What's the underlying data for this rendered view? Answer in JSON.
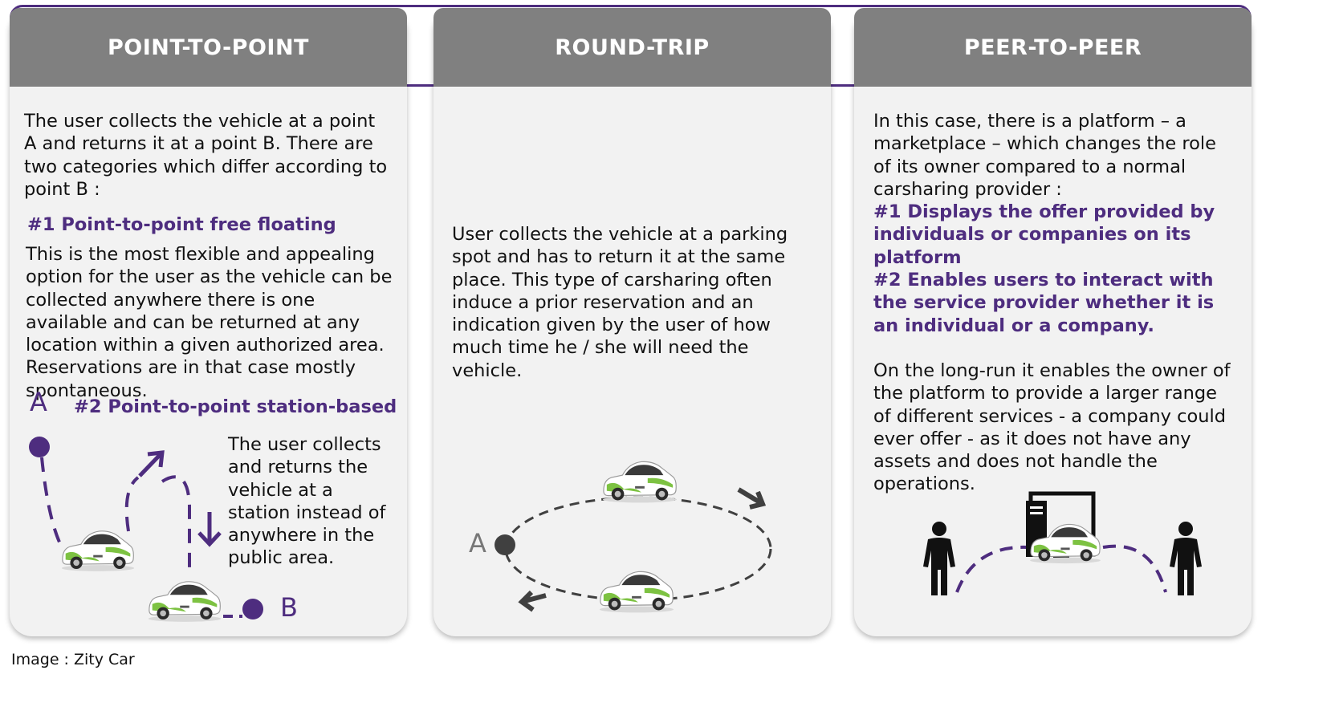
{
  "panels": [
    {
      "title": "POINT-TO-POINT",
      "intro": "The user collects the vehicle at a point A and returns it at a point B. There are two categories which differ according to point B :",
      "option1_title": "#1 Point-to-point free floating",
      "option1_text": "This is the most flexible and appealing option for the user as the vehicle can be collected anywhere there is one available and can be returned at any location within a given authorized area. Reservations are in that case mostly spontaneous.",
      "option2_title": "#2 Point-to-point station-based",
      "option2_text": "The user collects and returns the vehicle at a station instead of anywhere in the public area.",
      "label_a": "A",
      "label_b": "B"
    },
    {
      "title": "ROUND-TRIP",
      "text": "User collects the vehicle at a parking spot and has to return it at the same place. This type of carsharing often induce a prior reservation and an indication given by the user of how much time he / she will need the vehicle.",
      "label_a": "A"
    },
    {
      "title": "PEER-TO-PEER",
      "intro": "In this case, there is a platform – a marketplace – which changes the role of its owner compared to a normal carsharing provider :",
      "point1": "#1 Displays the offer provided by individuals or companies on its platform",
      "point2": "#2 Enables users to interact with the service provider whether it is an individual or a company.",
      "text": "On the long-run it enables the owner of the platform to provide a larger range of different services - a company could ever offer - as it does not have any assets and does not handle the operations."
    }
  ],
  "car_brand": "ZITY",
  "caption": "Image : Zity Car",
  "colors": {
    "accent": "#4e2d7f",
    "header_bg": "#808080",
    "panel_bg": "#f2f2f2",
    "car_green": "#7dc242",
    "arrow_gray": "#404040"
  },
  "icons": [
    "car-icon",
    "person-icon",
    "computer-icon",
    "arrow-icon"
  ]
}
